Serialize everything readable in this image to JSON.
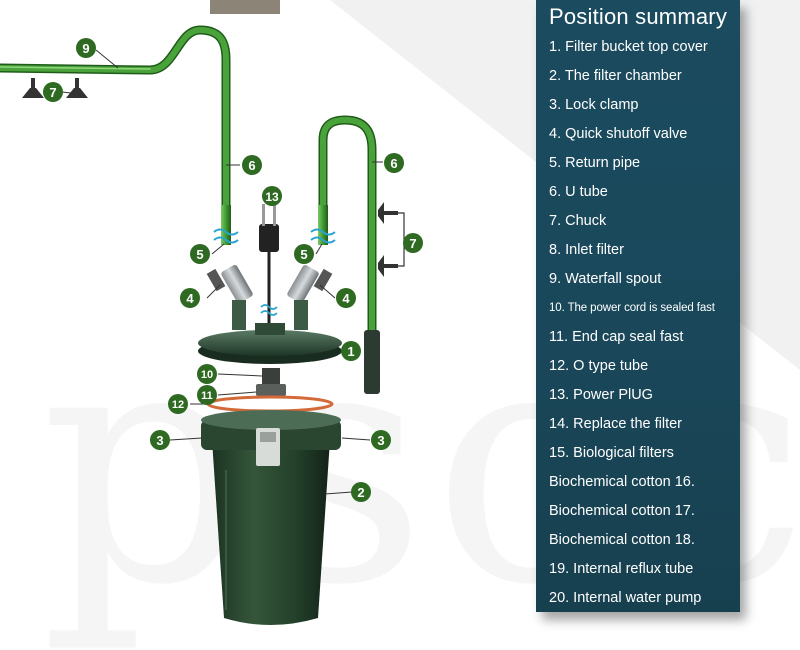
{
  "summary": {
    "title": "Position summary",
    "items": [
      "1. Filter bucket top cover",
      "2. The filter chamber",
      "3. Lock clamp",
      "4. Quick shutoff valve",
      "5. Return pipe",
      "6. U tube",
      "7. Chuck",
      "8. Inlet filter",
      "9. Waterfall spout",
      "10. The power cord is sealed fast",
      "11. End cap seal fast",
      "12. O type tube",
      "13. Power PlUG",
      "14. Replace the filter",
      "15. Biological filters",
      "Biochemical cotton 16.",
      "Biochemical cotton 17.",
      "Biochemical cotton 18.",
      "19. Internal reflux tube",
      "20. Internal water pump"
    ]
  },
  "callouts": {
    "c1": "1",
    "c2": "2",
    "c3": "3",
    "c4": "4",
    "c5": "5",
    "c6": "6",
    "c7": "7",
    "c9": "9",
    "c10": "10",
    "c11": "11",
    "c12": "12",
    "c13": "13"
  },
  "colors": {
    "panel": "#1b4b5f",
    "tube": "#3a8a2e",
    "badge": "#2f6a23",
    "canister": "#23402a"
  }
}
